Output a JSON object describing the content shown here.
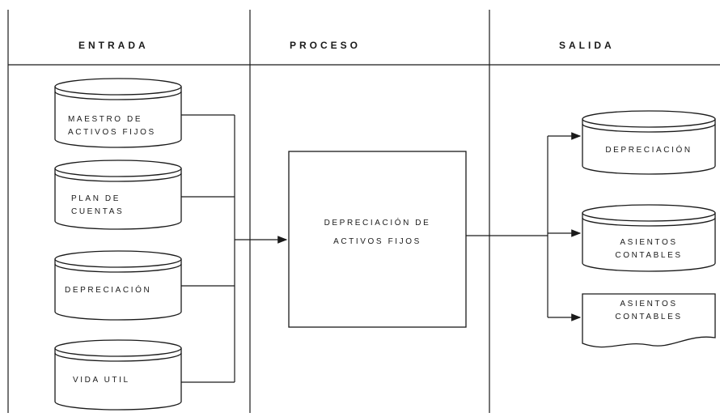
{
  "columns": {
    "entrada": "ENTRADA",
    "proceso": "PROCESO",
    "salida": "SALIDA"
  },
  "inputs": [
    {
      "line1": "MAESTRO DE",
      "line2": "ACTIVOS FIJOS"
    },
    {
      "line1": "PLAN DE",
      "line2": "CUENTAS"
    },
    {
      "line1": "DEPRECIACIÓN",
      "line2": ""
    },
    {
      "line1": "VIDA UTIL",
      "line2": ""
    }
  ],
  "process": {
    "line1": "DEPRECIACIÓN DE",
    "line2": "ACTIVOS FIJOS"
  },
  "outputs": [
    {
      "shape": "database",
      "line1": "DEPRECIACIÓN",
      "line2": ""
    },
    {
      "shape": "database",
      "line1": "ASIENTOS",
      "line2": "CONTABLES"
    },
    {
      "shape": "document",
      "line1": "ASIENTOS",
      "line2": "CONTABLES"
    }
  ],
  "colors": {
    "line": "#1a1a1a",
    "background": "#ffffff"
  }
}
